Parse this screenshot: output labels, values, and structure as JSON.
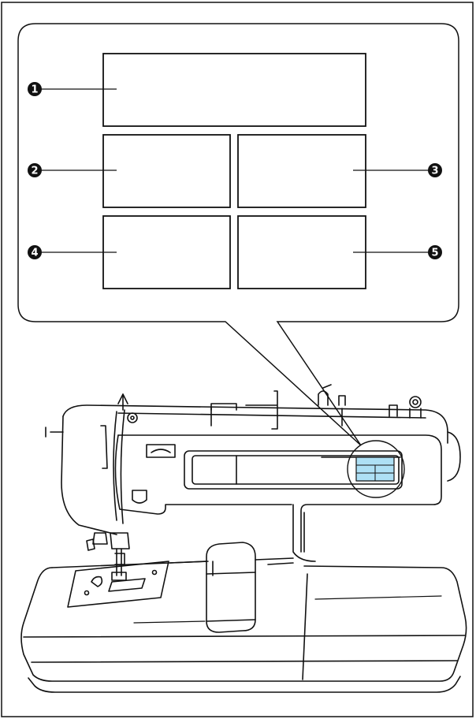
{
  "callouts": [
    {
      "id": "1",
      "label": "1"
    },
    {
      "id": "2",
      "label": "2"
    },
    {
      "id": "3",
      "label": "3"
    },
    {
      "id": "4",
      "label": "4"
    },
    {
      "id": "5",
      "label": "5"
    }
  ],
  "colors": {
    "line": "#111111",
    "panel_bg": "#ffffff",
    "screen_highlight": "#aee0f5",
    "marker_fill": "#111111"
  }
}
